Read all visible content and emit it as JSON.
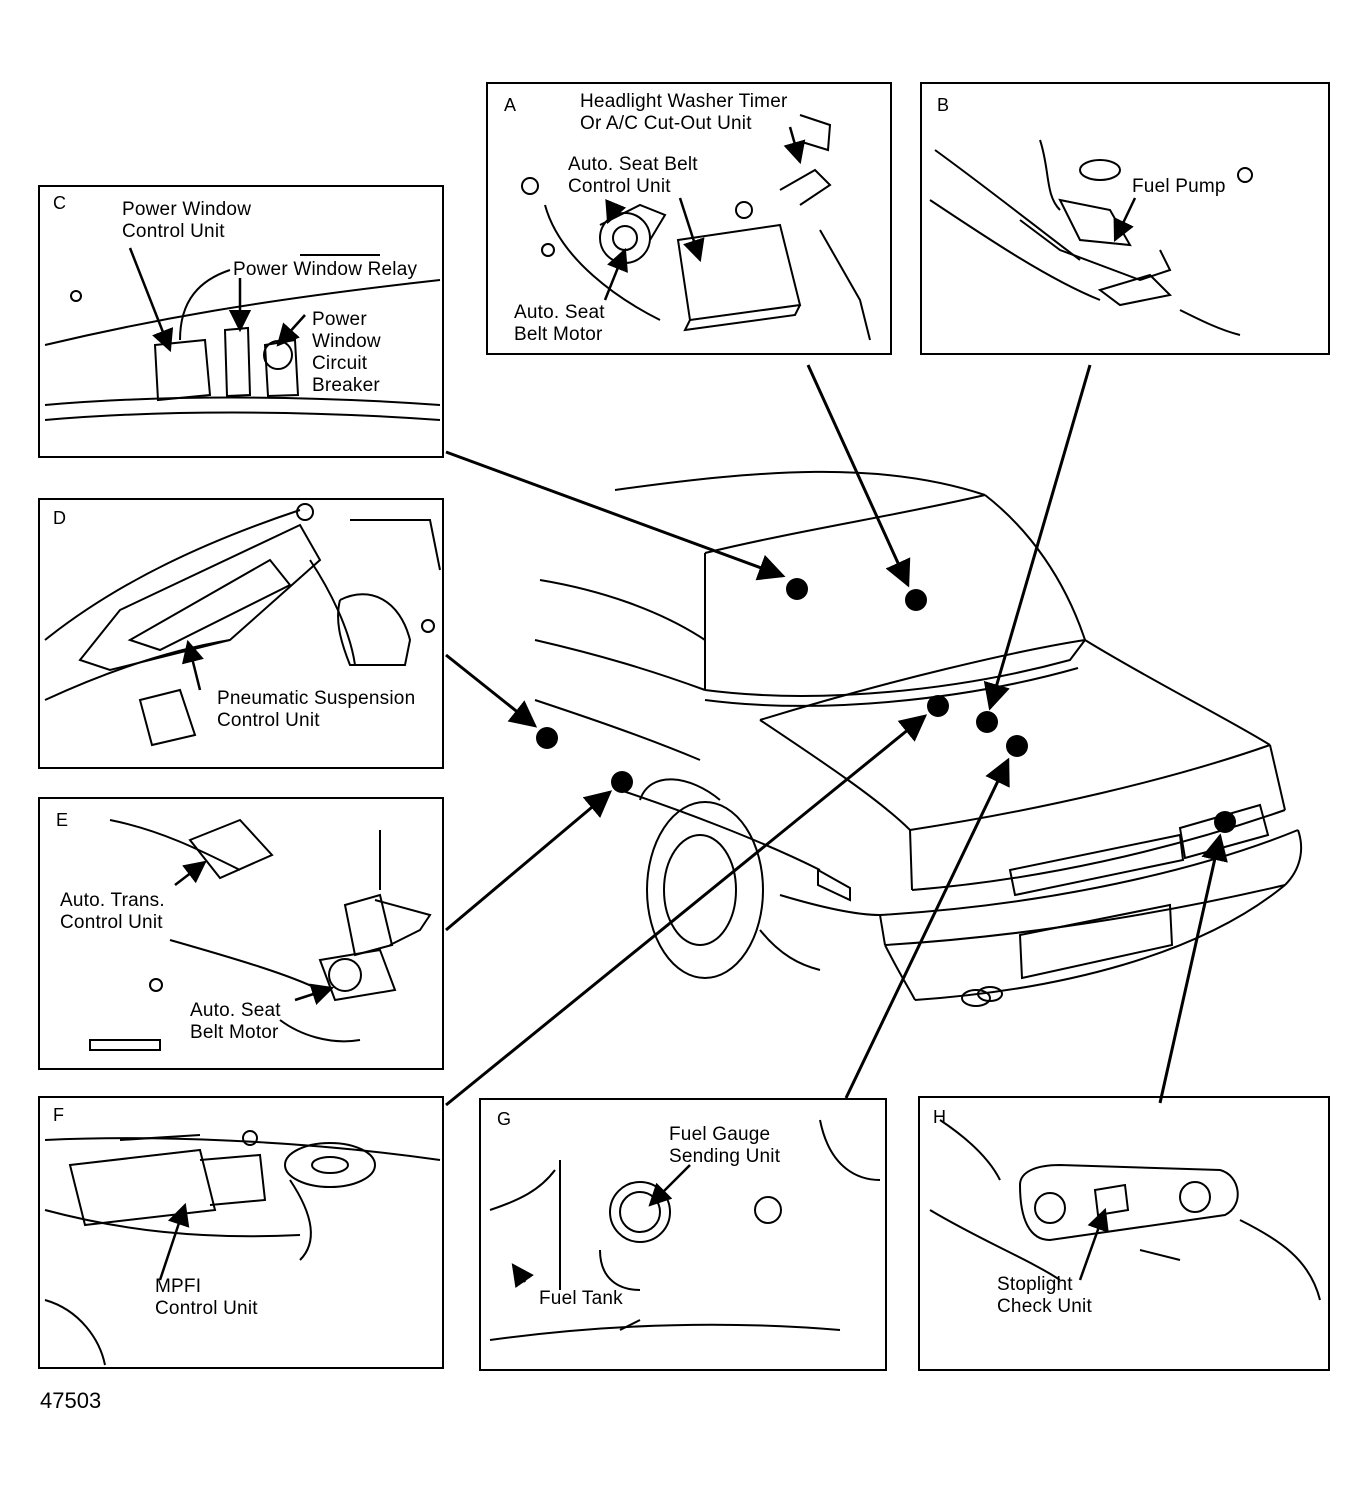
{
  "figure_number": "47503",
  "colors": {
    "ink": "#000000",
    "paper": "#ffffff"
  },
  "panels": {
    "A": {
      "letter": "A",
      "labels": [
        "Headlight Washer Timer\nOr A/C Cut-Out Unit",
        "Auto. Seat Belt\nControl Unit",
        "Auto. Seat\nBelt Motor"
      ]
    },
    "B": {
      "letter": "B",
      "labels": [
        "Fuel Pump"
      ]
    },
    "C": {
      "letter": "C",
      "labels": [
        "Power Window\nControl Unit",
        "Power Window Relay",
        "Power\nWindow\nCircuit\nBreaker"
      ]
    },
    "D": {
      "letter": "D",
      "labels": [
        "Pneumatic Suspension\nControl Unit"
      ]
    },
    "E": {
      "letter": "E",
      "labels": [
        "Auto. Trans.\nControl Unit",
        "Auto. Seat\nBelt Motor"
      ]
    },
    "F": {
      "letter": "F",
      "labels": [
        "MPFI\nControl Unit"
      ]
    },
    "G": {
      "letter": "G",
      "labels": [
        "Fuel Gauge\nSending Unit",
        "Fuel Tank"
      ]
    },
    "H": {
      "letter": "H",
      "labels": [
        "Stoplight\nCheck Unit"
      ]
    }
  }
}
